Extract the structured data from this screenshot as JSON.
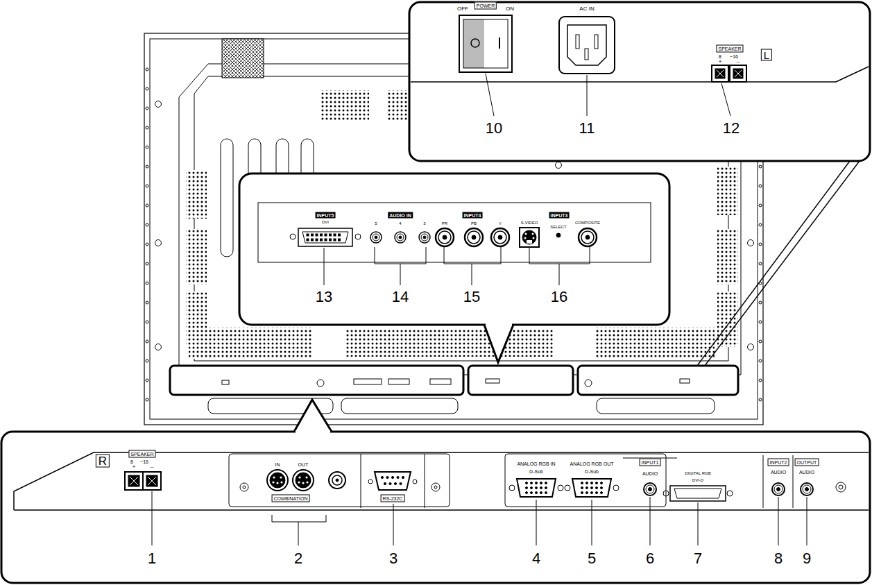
{
  "diagram": {
    "labels": [
      "OFF",
      "POWER",
      "ON",
      "AC IN",
      "SPEAKER",
      "8",
      "~16",
      "+",
      "–",
      "L",
      "10",
      "11",
      "12",
      "INPUT5",
      "DVI",
      "AUDIO IN",
      "5",
      "4",
      "3",
      "INPUT4",
      "PR",
      "PB",
      "Y",
      "INPUT3",
      "S-VIDEO",
      "SELECT",
      "COMPOSITE",
      "13",
      "14",
      "15",
      "16",
      "R",
      "SPEAKER",
      "8",
      "~16",
      "+",
      "–",
      "IN",
      "OUT",
      "COMBINATION",
      "RS-232C",
      "ANALOG RGB IN",
      "D-Sub",
      "ANALOG RGB OUT",
      "D-Sub",
      "INPUT1",
      "AUDIO",
      "DIGITAL RGB",
      "DVI-D",
      "INPUT2",
      "AUDIO",
      "OUTPUT",
      "AUDIO",
      "1",
      "2",
      "3",
      "4",
      "5",
      "6",
      "7",
      "8",
      "9"
    ]
  }
}
